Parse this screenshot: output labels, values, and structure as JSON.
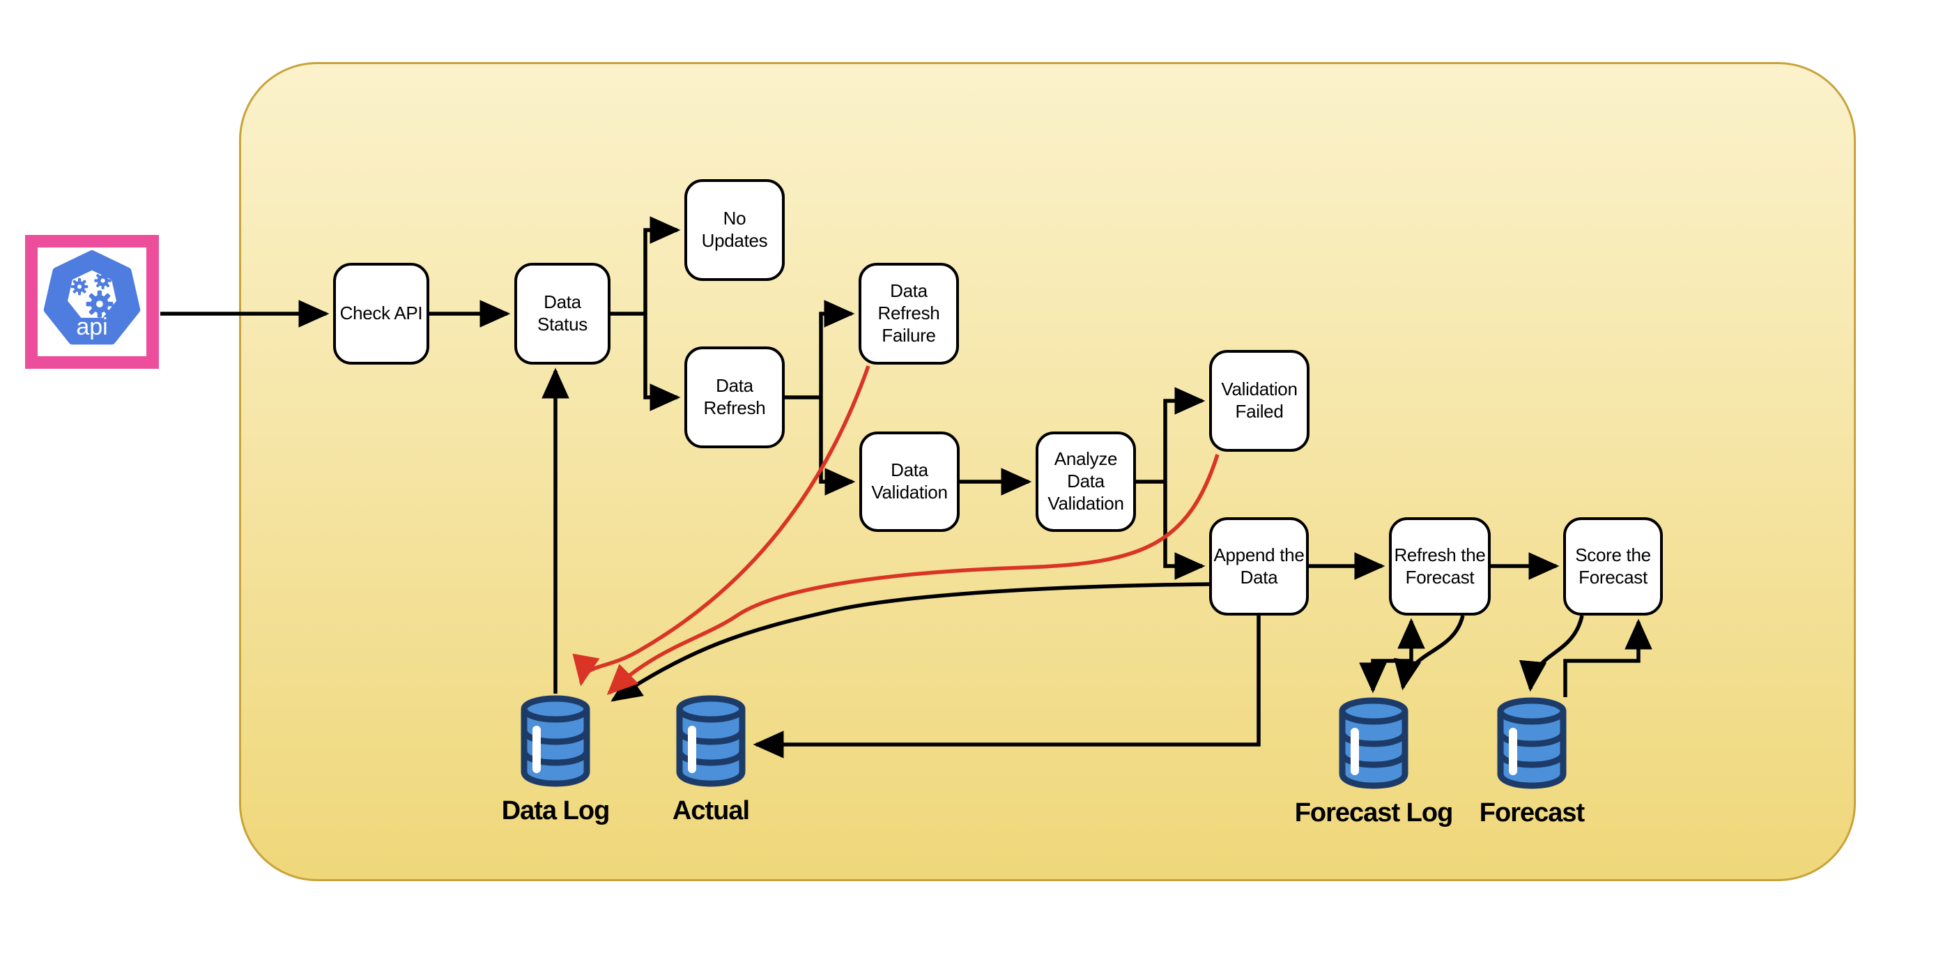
{
  "api_icon": {
    "label": "api"
  },
  "nodes": [
    {
      "id": "check-api",
      "label": "Check API"
    },
    {
      "id": "data-status",
      "label": "Data Status"
    },
    {
      "id": "no-updates",
      "label": "No\nUpdates"
    },
    {
      "id": "data-refresh",
      "label": "Data\nRefresh"
    },
    {
      "id": "data-refresh-failure",
      "label": "Data\nRefresh\nFailure"
    },
    {
      "id": "data-validation",
      "label": "Data\nValidation"
    },
    {
      "id": "analyze-data-validation",
      "label": "Analyze\nData\nValidation"
    },
    {
      "id": "validation-failed",
      "label": "Validation\nFailed"
    },
    {
      "id": "append-the-data",
      "label": "Append the\nData"
    },
    {
      "id": "refresh-the-forecast",
      "label": "Refresh the\nForecast"
    },
    {
      "id": "score-the-forecast",
      "label": "Score the\nForecast"
    }
  ],
  "stores": [
    {
      "id": "data-log",
      "label": "Data Log"
    },
    {
      "id": "actual",
      "label": "Actual"
    },
    {
      "id": "forecast-log",
      "label": "Forecast Log"
    },
    {
      "id": "forecast",
      "label": "Forecast"
    }
  ],
  "edges": [
    {
      "from": "api",
      "to": "check-api",
      "color": "black"
    },
    {
      "from": "check-api",
      "to": "data-status",
      "color": "black"
    },
    {
      "from": "data-status",
      "to": "no-updates",
      "color": "black"
    },
    {
      "from": "data-status",
      "to": "data-refresh",
      "color": "black"
    },
    {
      "from": "data-refresh",
      "to": "data-refresh-failure",
      "color": "black"
    },
    {
      "from": "data-refresh",
      "to": "data-validation",
      "color": "black"
    },
    {
      "from": "data-validation",
      "to": "analyze-data-validation",
      "color": "black"
    },
    {
      "from": "analyze-data-validation",
      "to": "validation-failed",
      "color": "black"
    },
    {
      "from": "analyze-data-validation",
      "to": "append-the-data",
      "color": "black"
    },
    {
      "from": "append-the-data",
      "to": "refresh-the-forecast",
      "color": "black"
    },
    {
      "from": "refresh-the-forecast",
      "to": "score-the-forecast",
      "color": "black"
    },
    {
      "from": "data-log",
      "to": "data-status",
      "color": "black"
    },
    {
      "from": "append-the-data",
      "to": "actual",
      "color": "black"
    },
    {
      "from": "append-the-data",
      "to": "data-log",
      "color": "black"
    },
    {
      "from": "data-refresh-failure",
      "to": "data-log",
      "color": "red"
    },
    {
      "from": "validation-failed",
      "to": "data-log",
      "color": "red"
    },
    {
      "from": "forecast-log",
      "to": "refresh-the-forecast",
      "color": "black"
    },
    {
      "from": "refresh-the-forecast",
      "to": "forecast-log",
      "color": "black"
    },
    {
      "from": "forecast",
      "to": "score-the-forecast",
      "color": "black"
    },
    {
      "from": "score-the-forecast",
      "to": "forecast",
      "color": "black"
    }
  ],
  "colors": {
    "canvas": "#FFFFFF",
    "container_top": "#FBF2CC",
    "container_bottom": "#EFD77A",
    "container_border": "#C8A33B",
    "node_fill": "#FFFFFF",
    "node_border": "#000000",
    "arrow_black": "#000000",
    "arrow_red": "#D93425",
    "db_blue": "#4B90D8",
    "db_navy": "#1D3B69",
    "db_highlight": "#FFFFFF",
    "kube_blue": "#4E7CDF",
    "frame_pink": "#EC4E9B",
    "label_text": "#000000"
  }
}
